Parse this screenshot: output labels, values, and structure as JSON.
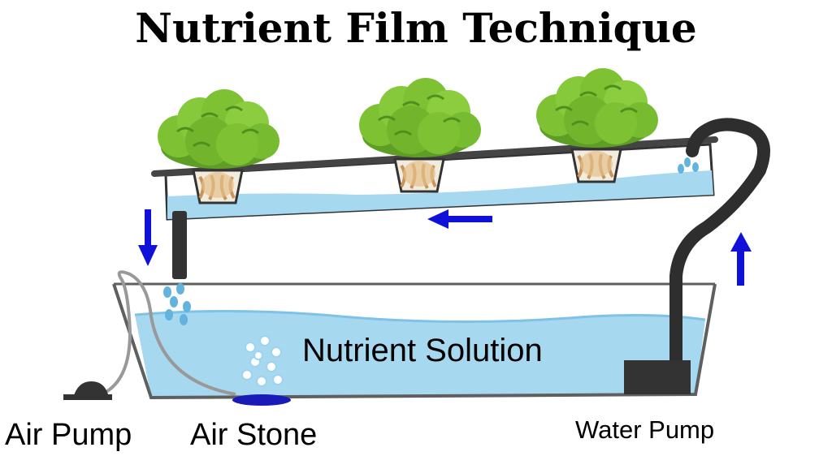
{
  "title": "Nutrient Film Technique",
  "labels": {
    "solution": "Nutrient Solution",
    "air_pump": "Air Pump",
    "air_stone": "Air Stone",
    "water_pump": "Water Pump"
  },
  "colors": {
    "water": "#a6d8f0",
    "water_dark": "#62b3de",
    "arrow": "#0f10d8",
    "pipe": "#333333",
    "tank_outline": "#5f5f5f",
    "lettuce": "#7ec234",
    "lettuce_dark": "#4f8f1e",
    "roots": "#d9b07a",
    "air_stone": "#1a1ab8"
  },
  "icons": {
    "plants": [
      "lettuce-icon",
      "lettuce-icon",
      "lettuce-icon"
    ],
    "air_pump": "air-pump-icon",
    "air_stone": "air-stone-icon",
    "water_pump": "water-pump-icon"
  }
}
